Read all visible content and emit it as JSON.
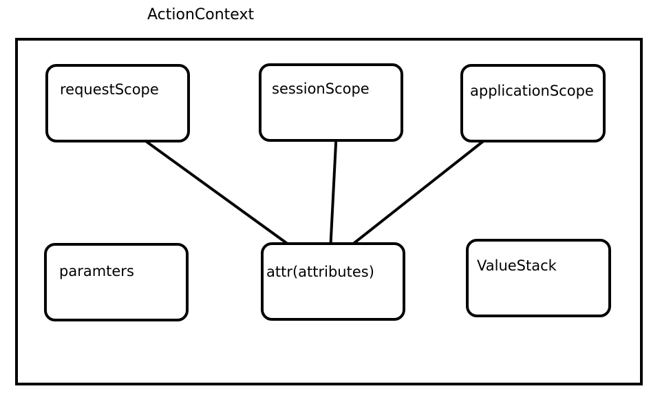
{
  "title": "ActionContext",
  "nodes": {
    "request_scope": "requestScope",
    "session_scope": "sessionScope",
    "application_scope": "applicationScope",
    "parameters": "paramters",
    "attributes": "attr(attributes)",
    "value_stack": "ValueStack"
  },
  "edges": [
    {
      "from": "requestScope",
      "to": "attr(attributes)"
    },
    {
      "from": "sessionScope",
      "to": "attr(attributes)"
    },
    {
      "from": "applicationScope",
      "to": "attr(attributes)"
    }
  ]
}
